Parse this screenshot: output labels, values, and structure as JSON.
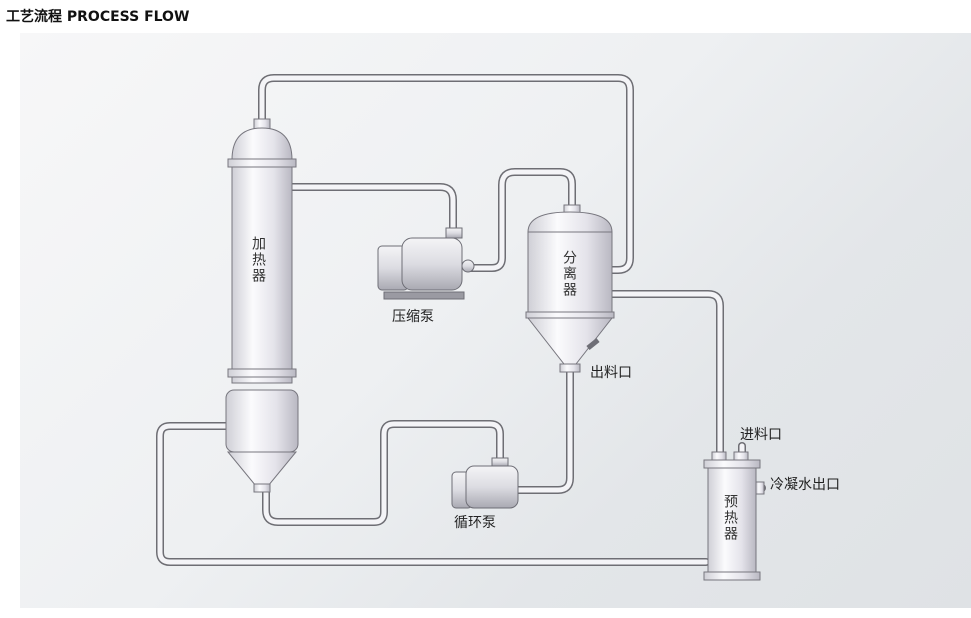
{
  "title": "工艺流程 PROCESS FLOW",
  "labels": {
    "heater": "加热器",
    "compressor_pump": "压缩泵",
    "separator": "分离器",
    "discharge_port": "出料口",
    "feed_inlet": "进料口",
    "condensate_outlet": "冷凝水出口",
    "preheater": "预热器",
    "circulation_pump": "循环泵"
  }
}
